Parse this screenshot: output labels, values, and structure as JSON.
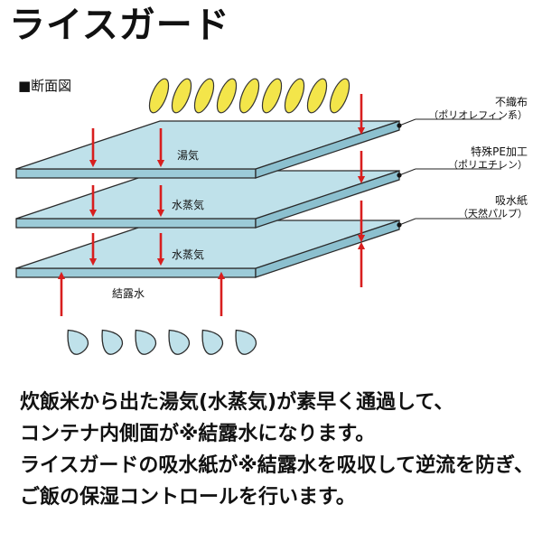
{
  "title": "ライスガード",
  "diagram": {
    "section_label": "■断面図",
    "flow_labels": {
      "steam": "湯気",
      "vapor_1": "水蒸気",
      "vapor_2": "水蒸気",
      "condensation": "結露水"
    },
    "layers": [
      {
        "name": "不織布",
        "material": "（ポリオレフィン系）"
      },
      {
        "name": "特殊PE加工",
        "material": "（ポリエチレン）"
      },
      {
        "name": "吸水紙",
        "material": "（天然パルプ）"
      }
    ],
    "colors": {
      "sheet_fill": "#bfe1ea",
      "sheet_stroke": "#2a2a2a",
      "grain_fill": "#f3e54a",
      "drop_fill": "#bfe1ea",
      "arrow": "#d81e1e"
    }
  },
  "description": [
    "炊飯米から出た湯気(水蒸気)が素早く通過して、",
    "コンテナ内側面が※結露水になります。",
    "ライスガードの吸水紙が※結露水を吸収して逆流を防ぎ、",
    "ご飯の保湿コントロールを行います。"
  ]
}
